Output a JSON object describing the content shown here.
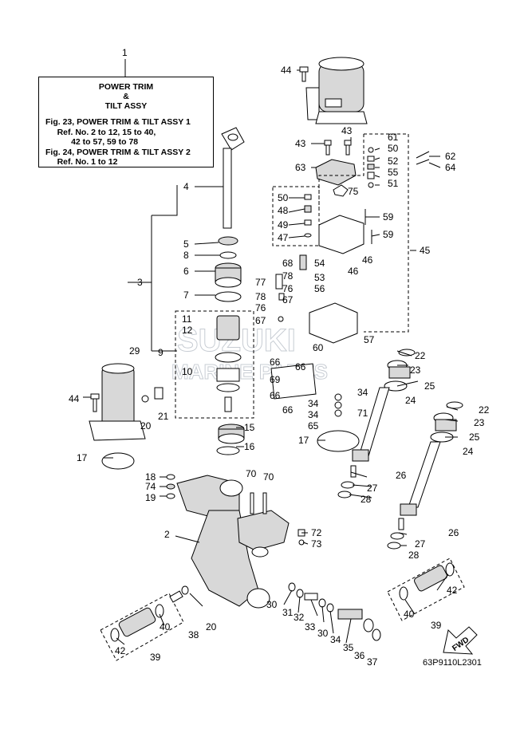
{
  "note": {
    "callout": "1",
    "title_lines": [
      "POWER TRIM",
      "&",
      "TILT ASSY"
    ],
    "ref_lines": [
      "Fig. 23, POWER TRIM & TILT ASSY 1",
      "     Ref. No. 2 to 12, 15 to 40,",
      "           42 to 57, 59 to 78",
      "Fig. 24, POWER TRIM & TILT ASSY 2",
      "     Ref. No. 1 to 12"
    ]
  },
  "watermark": {
    "line1": "SUZUKI",
    "line2": "MARINE PARTS"
  },
  "fwd_label": "FWD",
  "drawing_code": "63P9110L2301",
  "labels": [
    "44",
    "43",
    "43",
    "61",
    "50",
    "52",
    "55",
    "51",
    "62",
    "64",
    "63",
    "75",
    "50",
    "48",
    "49",
    "47",
    "59",
    "59",
    "46",
    "46",
    "45",
    "4",
    "5",
    "8",
    "6",
    "7",
    "3",
    "68",
    "78",
    "77",
    "76",
    "78",
    "76",
    "67",
    "67",
    "54",
    "53",
    "56",
    "57",
    "60",
    "11",
    "12",
    "9",
    "10",
    "29",
    "44",
    "20",
    "21",
    "66",
    "66",
    "69",
    "66",
    "66",
    "65",
    "34",
    "34",
    "34",
    "71",
    "22",
    "23",
    "25",
    "24",
    "22",
    "23",
    "25",
    "24",
    "15",
    "16",
    "17",
    "17",
    "18",
    "74",
    "19",
    "70",
    "70",
    "2",
    "72",
    "73",
    "26",
    "27",
    "28",
    "26",
    "27",
    "28",
    "30",
    "31",
    "32",
    "33",
    "30",
    "34",
    "35",
    "36",
    "37",
    "42",
    "40",
    "39",
    "42",
    "40",
    "39",
    "38",
    "20"
  ]
}
